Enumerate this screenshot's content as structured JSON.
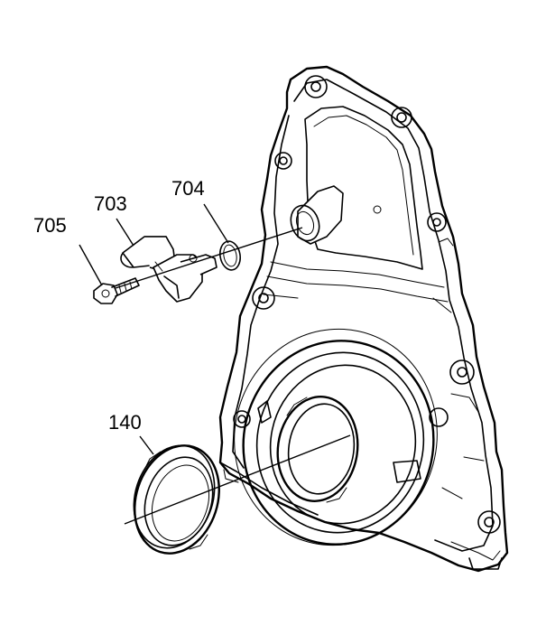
{
  "callouts": {
    "part_140": "140",
    "part_703": "703",
    "part_704": "704",
    "part_705": "705"
  }
}
